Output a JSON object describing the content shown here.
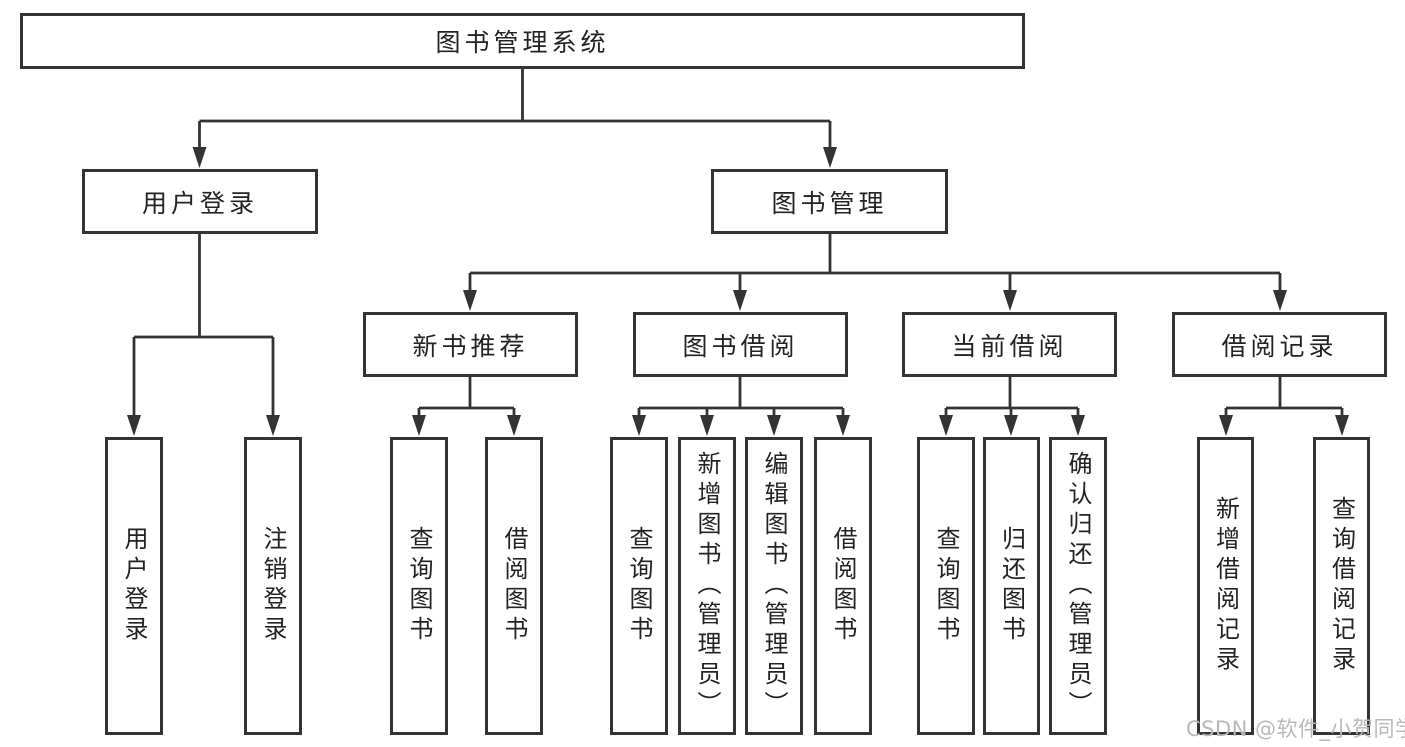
{
  "tree": {
    "label": "图书管理系统",
    "children": [
      {
        "label": "用户登录",
        "children": [
          {
            "label": "用户登录"
          },
          {
            "label": "注销登录"
          }
        ]
      },
      {
        "label": "图书管理",
        "children": [
          {
            "label": "新书推荐",
            "children": [
              {
                "label": "查询图书"
              },
              {
                "label": "借阅图书"
              }
            ]
          },
          {
            "label": "图书借阅",
            "children": [
              {
                "label": "查询图书"
              },
              {
                "label": "新增图书（管理员）"
              },
              {
                "label": "编辑图书（管理员）"
              },
              {
                "label": "借阅图书"
              }
            ]
          },
          {
            "label": "当前借阅",
            "children": [
              {
                "label": "查询图书"
              },
              {
                "label": "归还图书"
              },
              {
                "label": "确认归还（管理员）"
              }
            ]
          },
          {
            "label": "借阅记录",
            "children": [
              {
                "label": "新增借阅记录"
              },
              {
                "label": "查询借阅记录"
              }
            ]
          }
        ]
      }
    ]
  },
  "watermark": "CSDN @软件_小贺同学",
  "colors": {
    "line": "#343434",
    "text": "#232323",
    "watermark": "#b9b9b9",
    "background": "#ffffff"
  }
}
